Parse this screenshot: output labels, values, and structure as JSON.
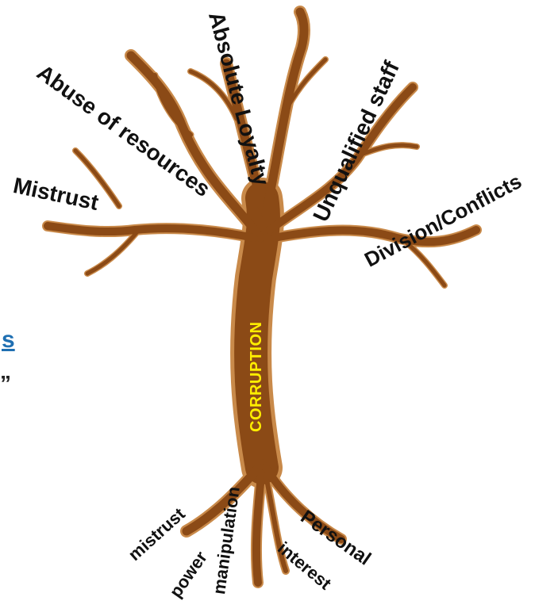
{
  "trunk_label": "CORRUPTION",
  "branches": [
    {
      "label": "Abuse of resources"
    },
    {
      "label": "Absolute Loyalty"
    },
    {
      "label": "Unqualified staff"
    },
    {
      "label": "Division/Conflicts"
    },
    {
      "label": "Mistrust"
    }
  ],
  "roots": [
    {
      "label": "mistrust"
    },
    {
      "label": "power"
    },
    {
      "label": "manipulation"
    },
    {
      "label": "Personal"
    },
    {
      "label": "interest"
    }
  ],
  "fragments": {
    "link_text": "s",
    "quote_text": "”"
  },
  "colors": {
    "tree_fill": "#8b4a16",
    "tree_outline": "#c98a4a",
    "trunk_text": "#ffee00",
    "label_text": "#111111",
    "link_text": "#1f6fb2"
  }
}
